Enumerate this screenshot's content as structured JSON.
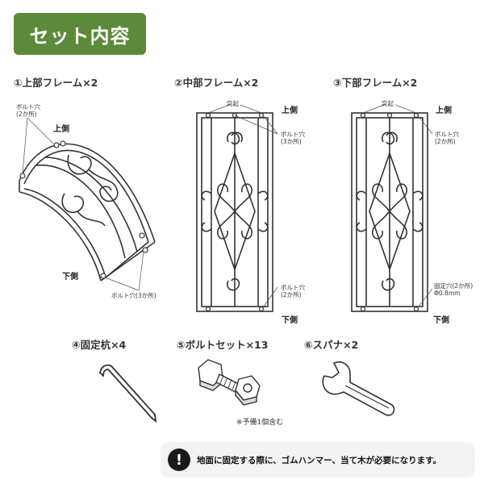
{
  "header": {
    "title": "セット内容"
  },
  "parts": {
    "upper": {
      "label": "①上部フレーム×2",
      "top_side": "上側",
      "bottom_side": "下側",
      "bolt_hole_2": "ボルト穴\n(2か所)",
      "bolt_hole_3": "ボルト穴(3か所)"
    },
    "middle": {
      "label": "②中部フレーム×2",
      "protrusion": "突起",
      "top_side": "上側",
      "bottom_side": "下側",
      "bolt_hole_3": "ボルト穴\n(3か所)",
      "bolt_hole_2": "ボルト穴\n(2か所)"
    },
    "lower": {
      "label": "③下部フレーム×2",
      "protrusion": "突起",
      "top_side": "上側",
      "bottom_side": "下側",
      "bolt_hole_2": "ボルト穴\n(2か所)",
      "fixing_hole": "固定穴(2か所)\nΦ0.8mm"
    },
    "stake": {
      "label": "④固定杭×4"
    },
    "bolt": {
      "label": "⑤ボルトセット×13",
      "note": "※予備1個含む"
    },
    "spanner": {
      "label": "⑥スパナ×2"
    }
  },
  "notice": {
    "icon": "!",
    "text": "地面に固定する際に、ゴムハンマー、当て木が必要になります。"
  },
  "colors": {
    "header_bg": "#5d8a3a",
    "notice_bg": "#f3f3f3"
  },
  "icons": {
    "notice": "exclamation-circle-icon"
  }
}
